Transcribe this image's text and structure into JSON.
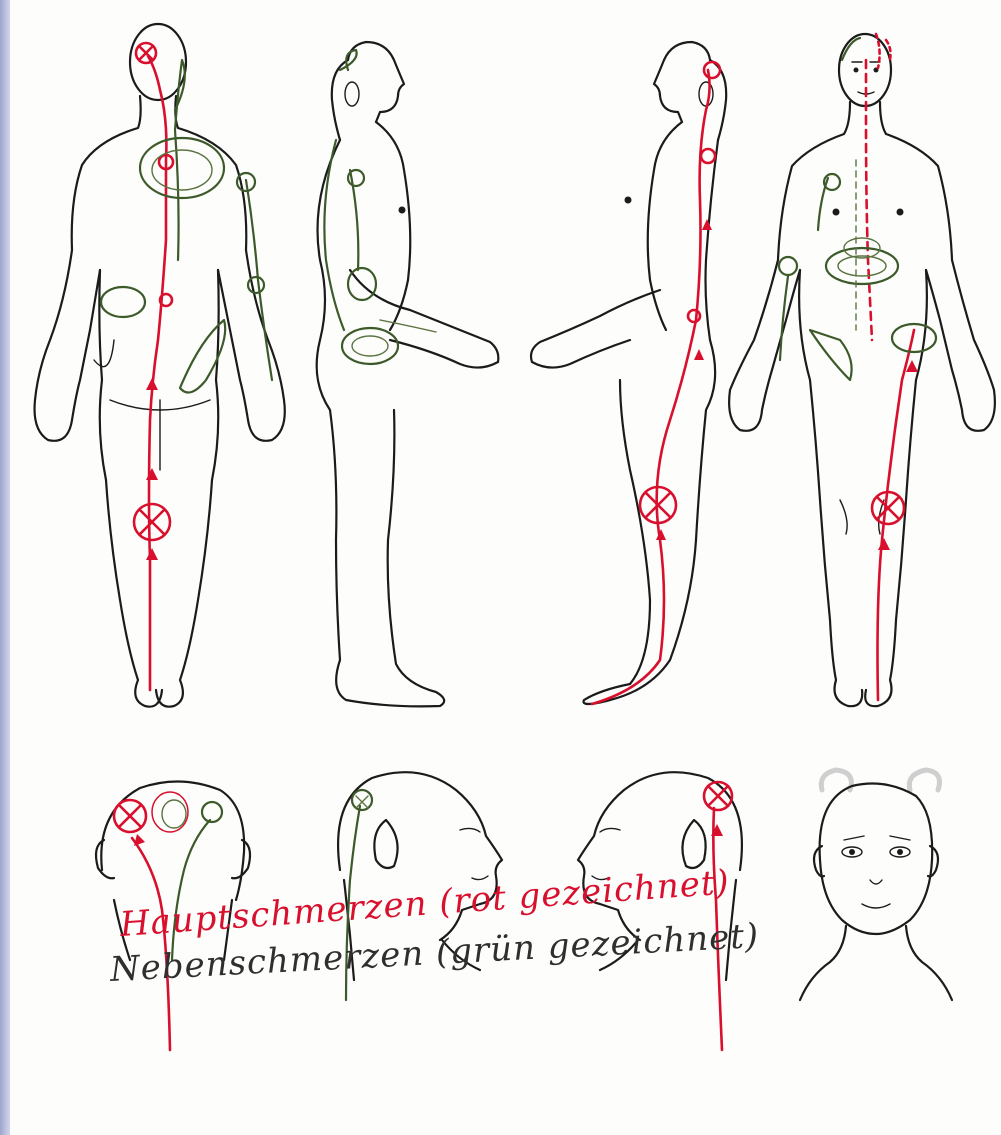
{
  "legend": {
    "main_pain": "Hauptschmerzen (rot gezeichnet)",
    "secondary_pain": "Nebenschmerzen (grün gezeichnet)"
  },
  "colors": {
    "main_pain": "#d8102e",
    "secondary_pain": "#3d5a2a",
    "outline": "#1b1b1b",
    "paper": "#fdfdfb"
  },
  "figures": [
    {
      "view": "body-back"
    },
    {
      "view": "body-side-left"
    },
    {
      "view": "body-side-right"
    },
    {
      "view": "body-front"
    },
    {
      "view": "head-back"
    },
    {
      "view": "head-side-left"
    },
    {
      "view": "head-side-right"
    },
    {
      "view": "head-front"
    }
  ]
}
